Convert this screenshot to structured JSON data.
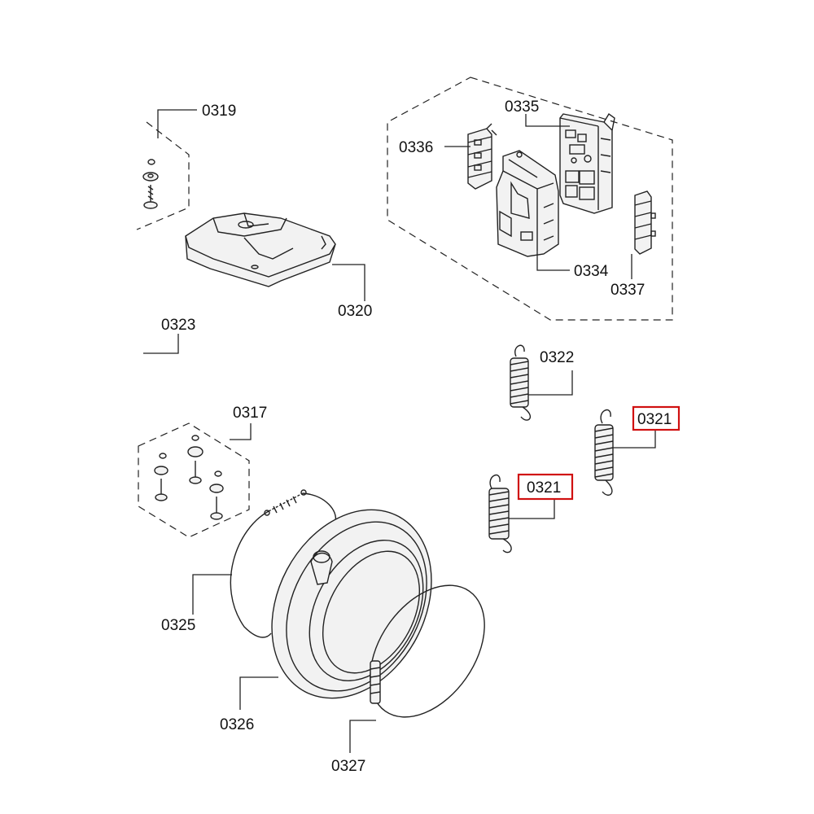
{
  "diagram": {
    "labels": {
      "p0319": "0319",
      "p0320": "0320",
      "p0323": "0323",
      "p0335": "0335",
      "p0336": "0336",
      "p0334": "0334",
      "p0337": "0337",
      "p0322": "0322",
      "p0321a": "0321",
      "p0321b": "0321",
      "p0317": "0317",
      "p0325": "0325",
      "p0326": "0326",
      "p0327": "0327"
    },
    "highlight_color": "#d01010"
  }
}
